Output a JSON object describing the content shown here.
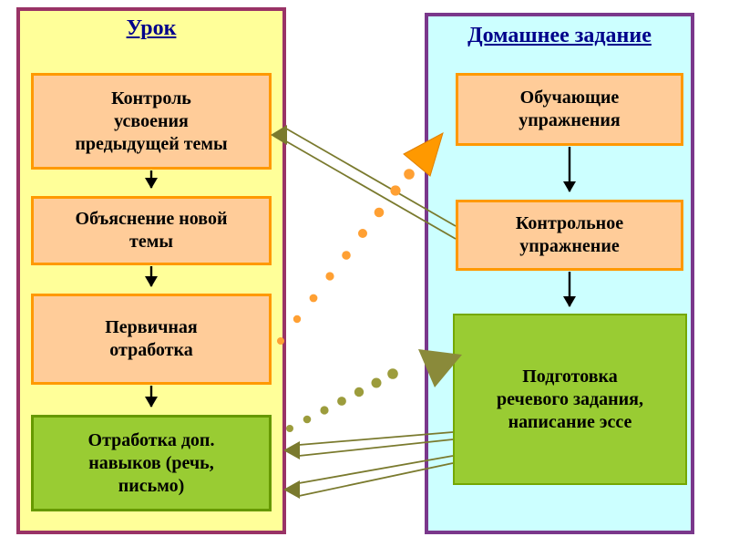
{
  "lesson": {
    "title": "Урок",
    "boxes": [
      "Контроль\nусвоения\nпредыдущей темы",
      "Объяснение новой\nтемы",
      "Первичная\nотработка",
      "Отработка доп.\nнавыков (речь,\nписьмо)"
    ]
  },
  "homework": {
    "title": "Домашнее задание",
    "boxes": [
      "Обучающие\nупражнения",
      "Контрольное\nупражнение",
      "Подготовка\nречевого задания,\nнаписание эссе"
    ]
  },
  "colors": {
    "lesson_panel_bg": "#FFFF99",
    "lesson_panel_border": "#993366",
    "homework_panel_bg": "#CCFFFF",
    "homework_panel_border": "#7A378B",
    "step_box_bg": "#FFCC99",
    "step_box_border": "#FF9900",
    "green_box_bg": "#99CC33",
    "green_box_border": "#669900",
    "title_text": "#00008B",
    "orange_dotted_arrow": "#FF9900",
    "olive_dotted_arrow": "#8A8A3A",
    "double_line_connector": "#7A7A2E",
    "flow_arrow": "#000000"
  }
}
